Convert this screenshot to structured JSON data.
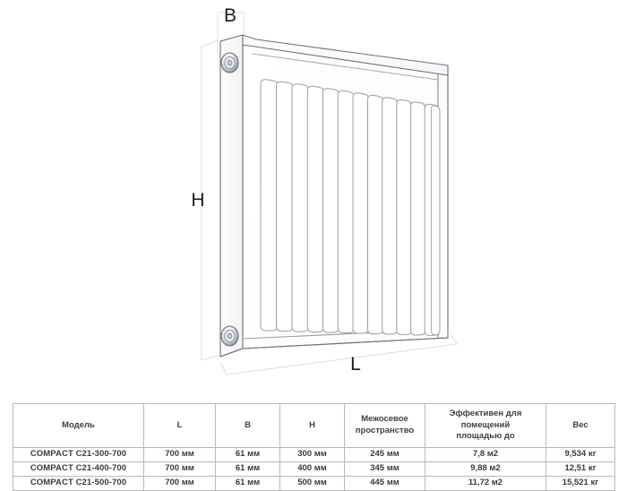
{
  "drawing": {
    "name": "radiator-perspective-drawing",
    "product": "COMPACT panel radiator",
    "labels": {
      "depth": "B",
      "height": "H",
      "length": "L"
    },
    "channel_count": 13,
    "plug_count": 2,
    "line_color": "#6f7178",
    "fill_color": "#ffffff",
    "dim_line_color": "#d6d8e0"
  },
  "table": {
    "name": "specifications-table",
    "headers": [
      "Модель",
      "L",
      "B",
      "H",
      "Межосевое пространство",
      "Эффективен для помещений площадью до",
      "Вес"
    ],
    "header_lines": {
      "mezhosevoe_1": "Межосевое",
      "mezhosevoe_2": "пространство",
      "effektiven_1": "Эффективен для помещений",
      "effektiven_2": "площадью до"
    },
    "rows": [
      {
        "model": "COMPACT C21-300-700",
        "l": "700 мм",
        "b": "61 мм",
        "h": "300 мм",
        "axis_spacing": "245 мм",
        "effective_area": "7,8 м2",
        "weight": "9,534 кг"
      },
      {
        "model": "COMPACT C21-400-700",
        "l": "700 мм",
        "b": "61 мм",
        "h": "400 мм",
        "axis_spacing": "345 мм",
        "effective_area": "9,88 м2",
        "weight": "12,51 кг"
      },
      {
        "model": "COMPACT C21-500-700",
        "l": "700 мм",
        "b": "61 мм",
        "h": "500 мм",
        "axis_spacing": "445 мм",
        "effective_area": "11,72 м2",
        "weight": "15,521 кг"
      }
    ],
    "border_color": "#b9b9b9",
    "text_color": "#3b3b3b"
  }
}
